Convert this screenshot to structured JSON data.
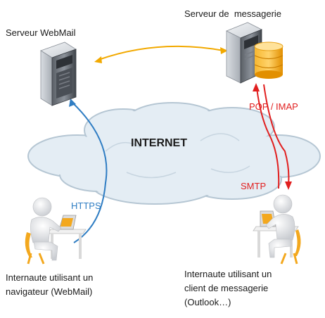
{
  "labels": {
    "webmail_server": "Serveur WebMail",
    "mail_server": "Serveur de  messagerie",
    "internet": "INTERNET",
    "https": "HTTPS",
    "smtp": "SMTP",
    "pop_imap": "POP / IMAP",
    "user_webmail": [
      "Internaute utilisant un",
      "navigateur (WebMail)"
    ],
    "user_client": [
      "Internaute utilisant un",
      "client de messagerie",
      "(Outlook…)"
    ]
  },
  "colors": {
    "cloud_fill": "#e4edf4",
    "cloud_stroke": "#b5c6d3",
    "https_line": "#2f7dc3",
    "smtp_pop_line": "#e11f1f",
    "server_link": "#f2a900",
    "database": "#f4a20a"
  }
}
